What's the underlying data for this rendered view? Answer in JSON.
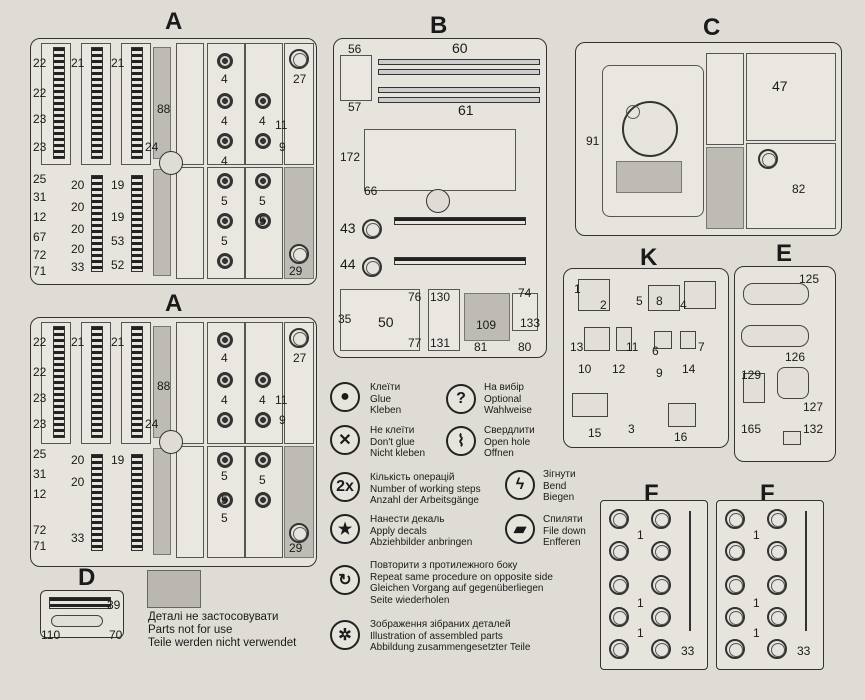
{
  "sprues": {
    "a_top": {
      "letter": "A",
      "left_nums": [
        "22",
        "22",
        "23",
        "23",
        "25",
        "31",
        "12",
        "67",
        "72",
        "71"
      ],
      "col_nums": [
        "21",
        "21",
        "20",
        "20",
        "20",
        "20",
        "33",
        "19",
        "19",
        "53",
        "52"
      ],
      "mid_nums": [
        "88",
        "24"
      ],
      "wheel_nums": [
        "4",
        "4",
        "4",
        "4",
        "5",
        "5",
        "5",
        "5"
      ],
      "right_nums": [
        "27",
        "11",
        "9",
        "29"
      ]
    },
    "b": {
      "letter": "B",
      "nums": [
        "56",
        "60",
        "57",
        "61",
        "172",
        "66",
        "43",
        "44",
        "35",
        "50",
        "76",
        "77",
        "130",
        "131",
        "109",
        "81",
        "74",
        "133",
        "80"
      ]
    },
    "c": {
      "letter": "C",
      "nums": [
        "91",
        "47",
        "82"
      ]
    },
    "k": {
      "letter": "K",
      "nums": [
        "1",
        "2",
        "5",
        "8",
        "4",
        "13",
        "11",
        "6",
        "7",
        "10",
        "12",
        "9",
        "14",
        "15",
        "3",
        "16"
      ]
    },
    "e": {
      "letter": "E",
      "nums": [
        "125",
        "126",
        "129",
        "127",
        "165",
        "132"
      ]
    },
    "a_bottom": {
      "letter": "A",
      "left_nums": [
        "22",
        "22",
        "23",
        "23",
        "25",
        "31",
        "12",
        "72",
        "71"
      ],
      "col_nums": [
        "21",
        "21",
        "20",
        "20",
        "33",
        "19"
      ],
      "mid_nums": [
        "88",
        "24"
      ],
      "wheel_nums": [
        "4",
        "4",
        "4",
        "5",
        "5",
        "5",
        "5"
      ],
      "right_nums": [
        "27",
        "11",
        "9",
        "29"
      ]
    },
    "d": {
      "letter": "D",
      "nums": [
        "39",
        "110",
        "70"
      ]
    },
    "f1": {
      "letter": "F",
      "nums": [
        "1",
        "1",
        "1",
        "33"
      ]
    },
    "f2": {
      "letter": "F",
      "nums": [
        "1",
        "1",
        "1",
        "33"
      ]
    }
  },
  "legend": {
    "glue": [
      "Клеїти",
      "Glue",
      "Kleben"
    ],
    "optional": [
      "На вибір",
      "Optional",
      "Wahlweise"
    ],
    "dont_glue": [
      "Не клеїти",
      "Don't glue",
      "Nicht kleben"
    ],
    "open_hole": [
      "Свердлити",
      "Open hole",
      "Offnen"
    ],
    "steps_symbol": "2x",
    "steps": [
      "Кількість операцій",
      "Number of working steps",
      "Anzahl der Arbeitsgänge"
    ],
    "bend": [
      "Зігнути",
      "Bend",
      "Biegen"
    ],
    "decals": [
      "Нанести декаль",
      "Apply decals",
      "Abziehbilder anbringen"
    ],
    "file": [
      "Спиляти",
      "File down",
      "Enfferen"
    ],
    "repeat": [
      "Повторити з протилежного боку",
      "Repeat same procedure on opposite side",
      "Gleichen Vorgang auf gegenüberliegen",
      "Seite wiederholen"
    ],
    "assembled": [
      "Зображення зібраних деталей",
      "Illustration of assembled parts",
      "Abbildung zusammengesetzter Teile"
    ],
    "not_used": [
      "Деталі не застосовувати",
      "Parts not for use",
      "Teile werden nicht verwendet"
    ]
  }
}
